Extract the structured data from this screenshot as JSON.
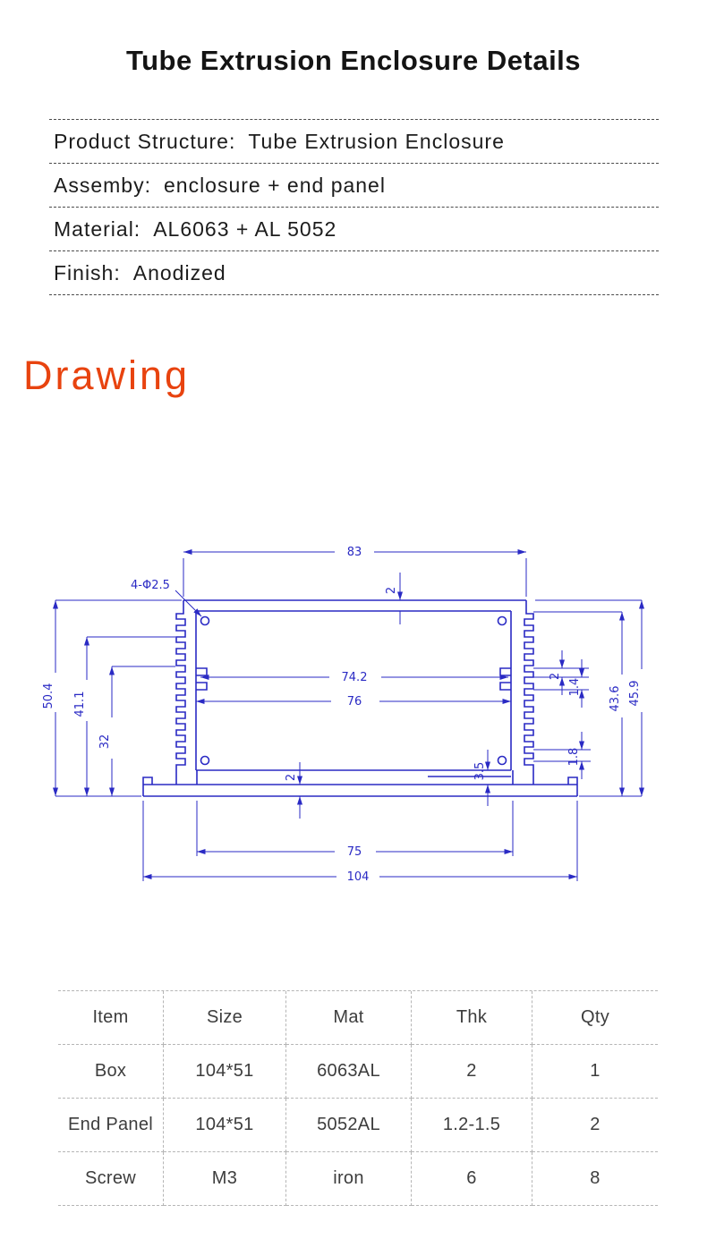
{
  "title": "Tube Extrusion Enclosure Details",
  "specs": {
    "rows": [
      {
        "label": "Product Structure:",
        "value": "Tube Extrusion Enclosure"
      },
      {
        "label": "Assemby:",
        "value": "enclosure + end panel"
      },
      {
        "label": "Material:",
        "value": "AL6063 + AL 5052"
      },
      {
        "label": "Finish:",
        "value": "Anodized"
      }
    ]
  },
  "drawing_heading": "Drawing",
  "drawing": {
    "dims": {
      "top_width": "83",
      "corner_holes": "4-Φ2.5",
      "top_thickness": "2",
      "overall_height": "50.4",
      "fin_height": "41.1",
      "inner_height": "32",
      "inner_width_1": "74.2",
      "inner_width_2": "76",
      "fin_pitch": "2",
      "fin_gap": "1.4",
      "right_height_inner": "43.6",
      "right_height_outer": "45.9",
      "right_step": "1.8",
      "base_step": "3.5",
      "base_thickness": "2",
      "foot_span": "75",
      "overall_width": "104"
    }
  },
  "table": {
    "headers": [
      "Item",
      "Size",
      "Mat",
      "Thk",
      "Qty"
    ],
    "rows": [
      [
        "Box",
        "104*51",
        "6063AL",
        "2",
        "1"
      ],
      [
        "End Panel",
        "104*51",
        "5052AL",
        "1.2-1.5",
        "2"
      ],
      [
        "Screw",
        "M3",
        "iron",
        "6",
        "8"
      ]
    ]
  },
  "colors": {
    "accent_red": "#e8430f",
    "cad_blue": "#2a2ac4",
    "table_text": "#3d3d3d"
  }
}
